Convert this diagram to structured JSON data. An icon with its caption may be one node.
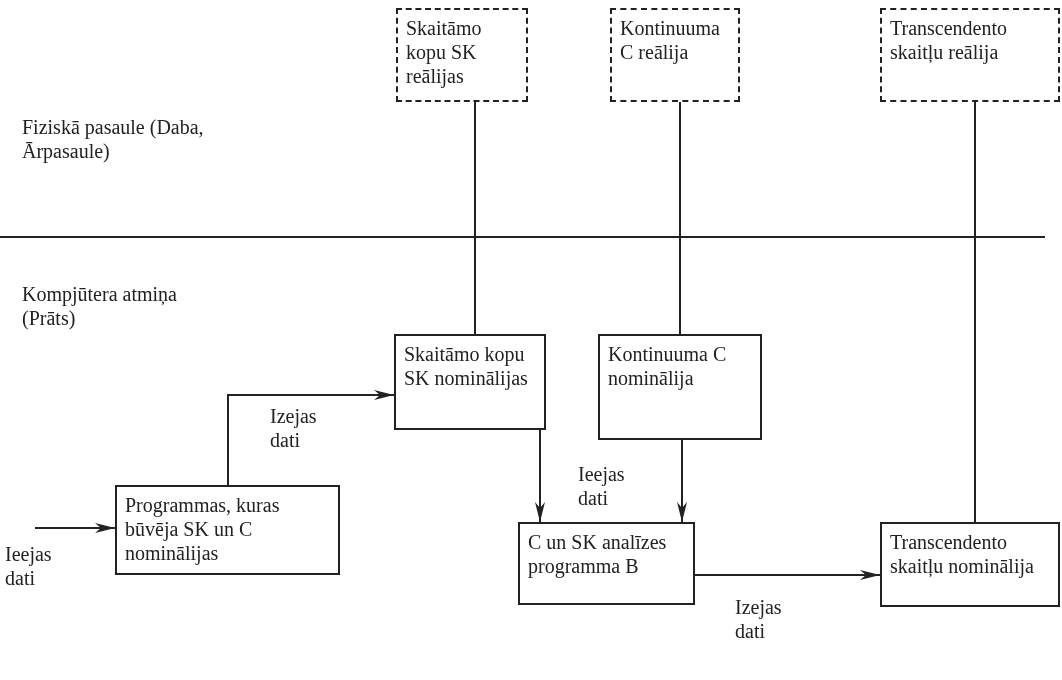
{
  "diagram": {
    "nodes": [
      {
        "text": [
          "Skaitāmo kopu SK reālijas"
        ]
      },
      {
        "text": [
          "Kontinuuma C reālija"
        ]
      },
      {
        "text": [
          "Transcendento skaitļu reālija"
        ]
      },
      {
        "text": [
          "Skaitāmo kopu SK nominālijas"
        ]
      },
      {
        "text": [
          "Kontinuuma C nominālija"
        ]
      },
      {
        "text": [
          "Programmas, kuras būvēja SK un C nominālijas"
        ]
      },
      {
        "text": [
          "C un SK analīzes programma B"
        ]
      },
      {
        "text": [
          "Transcendento skaitļu nominālija"
        ]
      }
    ],
    "edges": [
      {
        "from": 0,
        "to": 3,
        "arrow": "none"
      },
      {
        "from": 1,
        "to": 4,
        "arrow": "none"
      },
      {
        "from": 2,
        "to": 7,
        "arrow": "none"
      },
      {
        "from": null,
        "to": 5,
        "arrow": "to",
        "label": "Ieejas dati"
      },
      {
        "from": 5,
        "to": 3,
        "arrow": "to",
        "label": "Izejas dati"
      },
      {
        "from": 3,
        "to": 6,
        "arrow": "to"
      },
      {
        "from": 4,
        "to": 6,
        "arrow": "to"
      },
      {
        "from": 6,
        "to": 7,
        "arrow": "to",
        "label": "Izejas dati"
      }
    ],
    "labels": [
      "Fiziskā pasaule (Daba, Ārpasaule)",
      "Kompjūtera atmiņa (Prāts)",
      "Ieejas dati"
    ]
  }
}
